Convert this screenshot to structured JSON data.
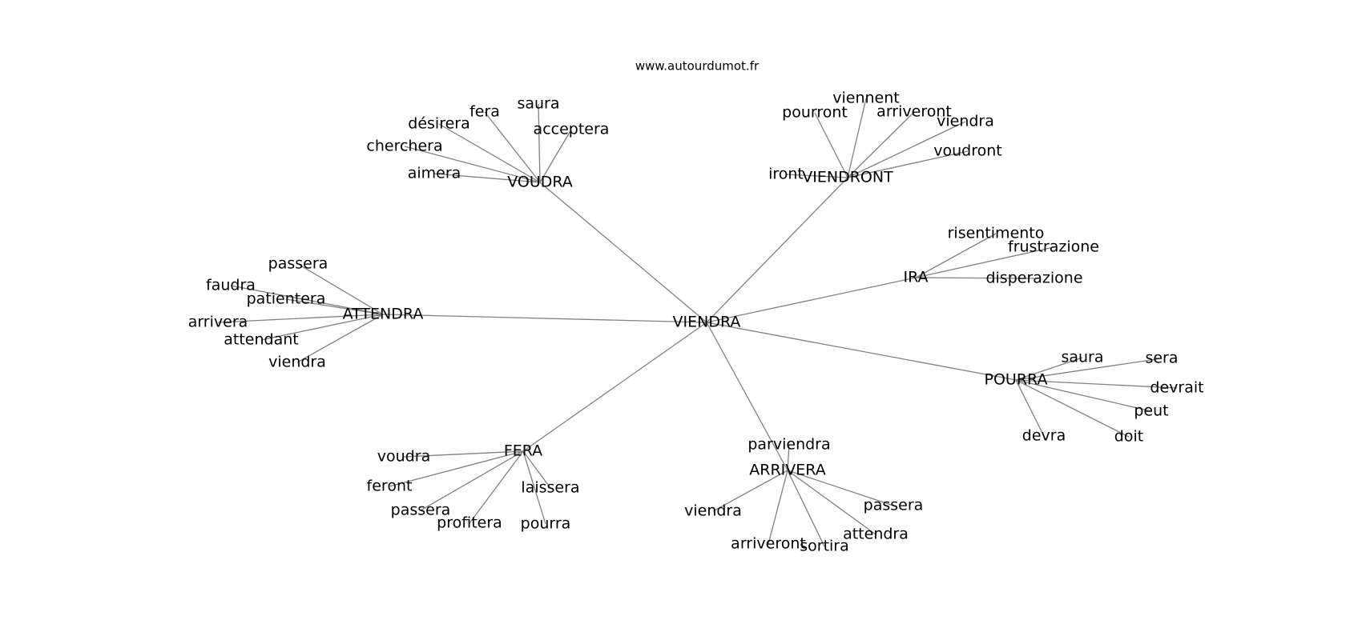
{
  "site": "www.autourdumot.fr",
  "colors": {
    "edge": "#808080",
    "text": "#000000",
    "background": "#ffffff"
  },
  "graph": {
    "center": "VIENDRA",
    "clusters": [
      {
        "id": "voudra",
        "label": "VOUDRA",
        "leaves": [
          "saura",
          "fera",
          "désirera",
          "acceptera",
          "cherchera",
          "aimera"
        ]
      },
      {
        "id": "viendront",
        "label": "VIENDRONT",
        "leaves": [
          "viennent",
          "pourront",
          "arriveront",
          "viendra",
          "voudront",
          "iront"
        ]
      },
      {
        "id": "ira",
        "label": "IRA",
        "leaves": [
          "risentimento",
          "frustrazione",
          "disperazione"
        ]
      },
      {
        "id": "attendra",
        "label": "ATTENDRA",
        "leaves": [
          "passera",
          "faudra",
          "patientera",
          "arrivera",
          "attendant",
          "viendra"
        ]
      },
      {
        "id": "pourra",
        "label": "POURRA",
        "leaves": [
          "saura",
          "sera",
          "devrait",
          "peut",
          "devra",
          "doit"
        ]
      },
      {
        "id": "fera",
        "label": "FERA",
        "leaves": [
          "voudra",
          "feront",
          "laissera",
          "passera",
          "profitera",
          "pourra"
        ]
      },
      {
        "id": "arrivera",
        "label": "ARRIVERA",
        "leaves": [
          "parviendra",
          "viendra",
          "passera",
          "attendra",
          "arriveront",
          "sortira"
        ]
      }
    ]
  }
}
